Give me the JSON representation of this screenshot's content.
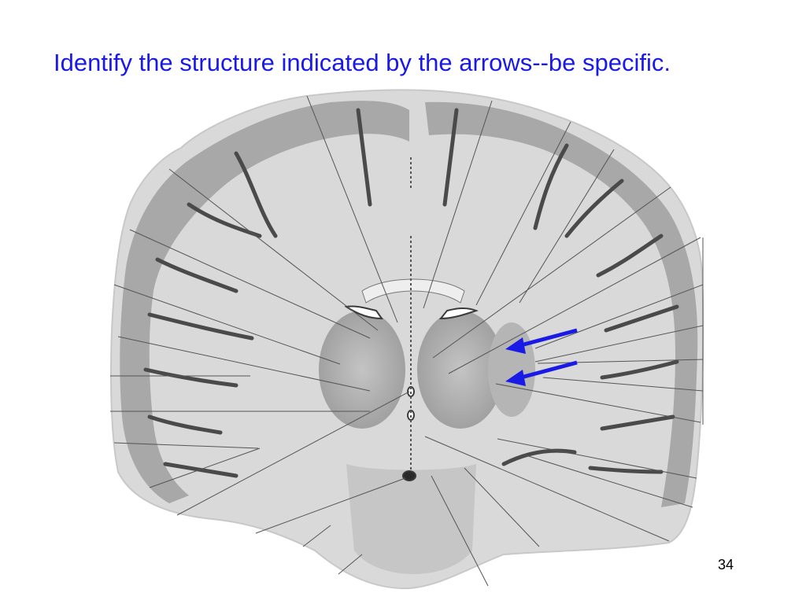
{
  "slide": {
    "title": "Identify the structure indicated by the arrows--be specific.",
    "page_number": "34"
  },
  "figure": {
    "subject": "coronal brain section",
    "arrow_color": "#1a1ae6",
    "arrow_count": 2
  }
}
